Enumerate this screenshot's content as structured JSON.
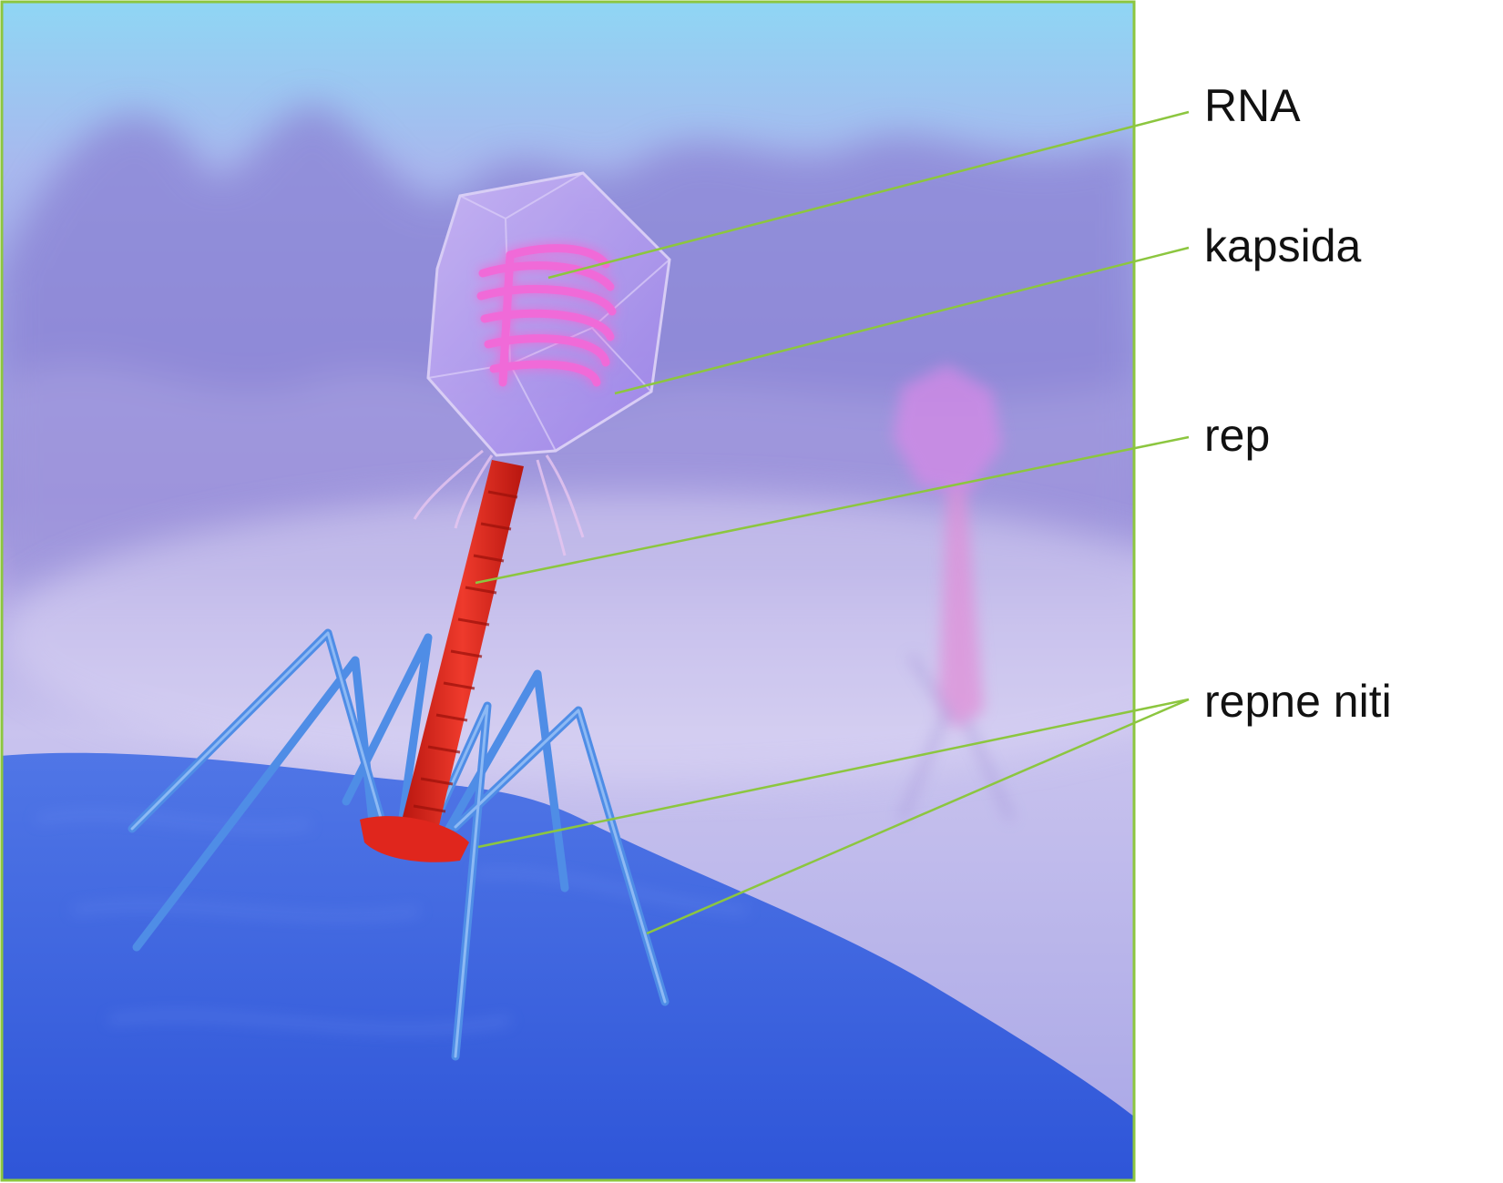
{
  "labels": {
    "rna": "RNA",
    "capsid": "kapsida",
    "tail": "rep",
    "tail_fibers": "repne niti"
  },
  "colors": {
    "frame": "#8cc63f",
    "leader_line": "#8cc63f",
    "tail": "#e0261d",
    "legs": "#4f8de6",
    "capsid": "#b596f0",
    "rna_coil": "#f06ad8",
    "surface": "#3b66de",
    "background_top": "#8fd4f4",
    "background_mid": "#a79ae2"
  }
}
